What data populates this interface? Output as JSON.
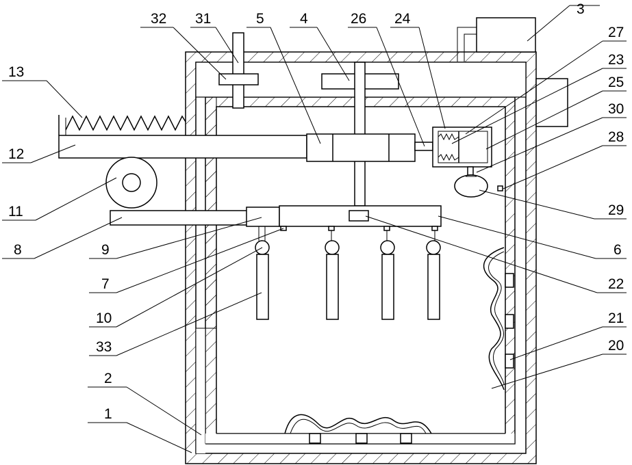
{
  "labels": {
    "l1": "1",
    "l2": "2",
    "l3": "3",
    "l4": "4",
    "l5": "5",
    "l6": "6",
    "l7": "7",
    "l8": "8",
    "l9": "9",
    "l10": "10",
    "l11": "11",
    "l12": "12",
    "l13": "13",
    "l20": "20",
    "l21": "21",
    "l22": "22",
    "l23": "23",
    "l24": "24",
    "l25": "25",
    "l26": "26",
    "l27": "27",
    "l28": "28",
    "l29": "29",
    "l30": "30",
    "l31": "31",
    "l32": "32",
    "l33": "33"
  }
}
